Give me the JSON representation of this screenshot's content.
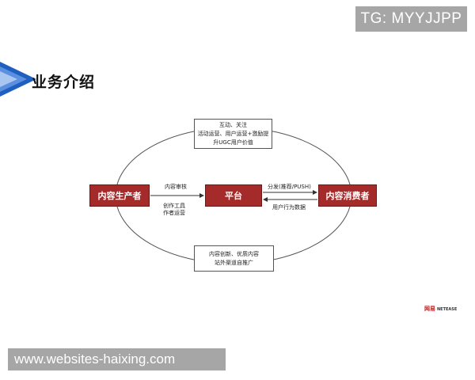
{
  "watermark_top": "TG: MYYJJPP",
  "page_title": "业务介绍",
  "diagram": {
    "nodes": {
      "producer": "内容生产者",
      "platform": "平台",
      "consumer": "内容消费者"
    },
    "top_box": {
      "line1": "互动、关注",
      "line2": "活动运营、用户运营+激励提",
      "line3": "升UGC用户价值"
    },
    "bottom_box": {
      "line1": "内容创新、优质内容",
      "line2": "站外渠道自推广"
    },
    "edge_labels": {
      "content_review": "内容审核",
      "creation_tools": "创作工具",
      "author_ops": "作者运营",
      "distribution": "分发(推荐/PUSH)",
      "user_behavior": "用户行为数据"
    }
  },
  "logo": {
    "cn": "网易",
    "en": "NETEASE"
  },
  "watermark_bottom": "www.websites-haixing.com"
}
